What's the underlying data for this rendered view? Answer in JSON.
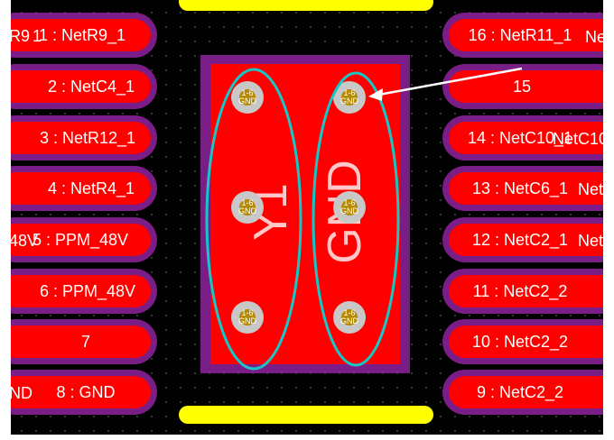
{
  "pads_left": [
    {
      "number": "1",
      "net": "NetR9_1",
      "label": "1 : NetR9_1"
    },
    {
      "number": "2",
      "net": "NetC4_1",
      "label": "2 : NetC4_1"
    },
    {
      "number": "3",
      "net": "NetR12_1",
      "label": "3 : NetR12_1"
    },
    {
      "number": "4",
      "net": "NetR4_1",
      "label": "4 : NetR4_1"
    },
    {
      "number": "5",
      "net": "PPM_48V",
      "label": "5 : PPM_48V"
    },
    {
      "number": "6",
      "net": "PPM_48V",
      "label": "6 : PPM_48V"
    },
    {
      "number": "7",
      "net": "",
      "label": "7"
    },
    {
      "number": "8",
      "net": "GND",
      "label": "8 : GND"
    }
  ],
  "pads_right": [
    {
      "number": "16",
      "net": "NetR11_1",
      "label": "16 : NetR11_1"
    },
    {
      "number": "15",
      "net": "",
      "label": "15"
    },
    {
      "number": "14",
      "net": "NetC10_1",
      "label": "14 : NetC10_1"
    },
    {
      "number": "13",
      "net": "NetC6_1",
      "label": "13 : NetC6_1"
    },
    {
      "number": "12",
      "net": "NetC2_1",
      "label": "12 : NetC2_1"
    },
    {
      "number": "11",
      "net": "NetC2_2",
      "label": "11 : NetC2_2"
    },
    {
      "number": "10",
      "net": "NetC2_2",
      "label": "10 : NetC2_2"
    },
    {
      "number": "9",
      "net": "NetC2_2",
      "label": "9 : NetC2_2"
    }
  ],
  "overlaps": {
    "left_top": "R9",
    "left_top_1": "1",
    "left_five": "48V",
    "left_bottom": "ND",
    "right_top": "Ne",
    "right_14": "NetC10",
    "right_13": "NetC",
    "right_12": "NetC"
  },
  "component": {
    "designator": "Y1",
    "net": "GND"
  },
  "vias": [
    {
      "layer": "1-6",
      "net": "GND"
    },
    {
      "layer": "1-6",
      "net": "GND"
    },
    {
      "layer": "1-6",
      "net": "GND"
    },
    {
      "layer": "1-6",
      "net": "GND"
    },
    {
      "layer": "1-6",
      "net": "GND"
    },
    {
      "layer": "1-6",
      "net": "GND"
    }
  ],
  "colors": {
    "background": "#000000",
    "top_layer": "#ff0000",
    "pad_ring": "#7a1d86",
    "silkscreen": "#ffff00",
    "highlight": "#19c6c6",
    "via": "#c8c8c8"
  }
}
